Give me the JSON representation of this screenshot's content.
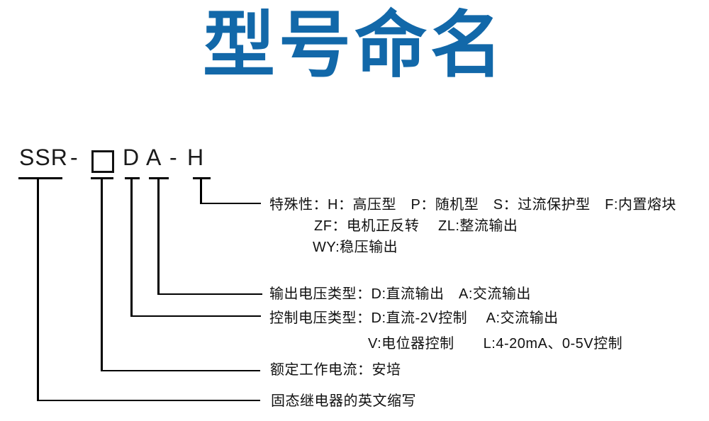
{
  "page": {
    "background": "#ffffff",
    "title_color": "#1268a9",
    "line_color": "#000000",
    "text_color": "#111111"
  },
  "title": "型号命名",
  "model_code": {
    "prefix": "SSR",
    "dash1": "-",
    "box_symbol": "□",
    "part_d": "D",
    "part_a": "A",
    "dash2": "-",
    "part_h": "H"
  },
  "legend": {
    "special_line1": "特殊性：H：高压型　P：随机型　S：过流保护型　F:内置熔块",
    "special_line2": "ZF：电机正反转　 ZL:整流输出",
    "special_line3": "WY:稳压输出",
    "output_voltage": "输出电压类型：D:直流输出　A:交流输出",
    "control_voltage_line1": "控制电压类型：D:直流-2V控制　 A:交流输出",
    "control_voltage_line2": "V:电位器控制　　L:4-20mA、0-5V控制",
    "rated_current": "额定工作电流：安培",
    "ssr_meaning": "固态继电器的英文缩写"
  }
}
